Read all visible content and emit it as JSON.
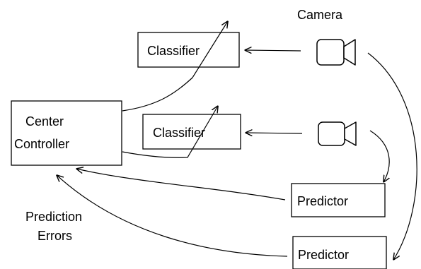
{
  "labels": {
    "camera": "Camera",
    "center_line1": "Center",
    "center_line2": "Controller",
    "classifier_top": "Classifier",
    "classifier_mid": "Classifier",
    "predictor_mid": "Predictor",
    "predictor_bottom": "Predictor",
    "errors_line1": "Prediction",
    "errors_line2": "Errors"
  },
  "icons": {
    "camera_top": "video-camera-icon",
    "camera_mid": "video-camera-icon"
  }
}
